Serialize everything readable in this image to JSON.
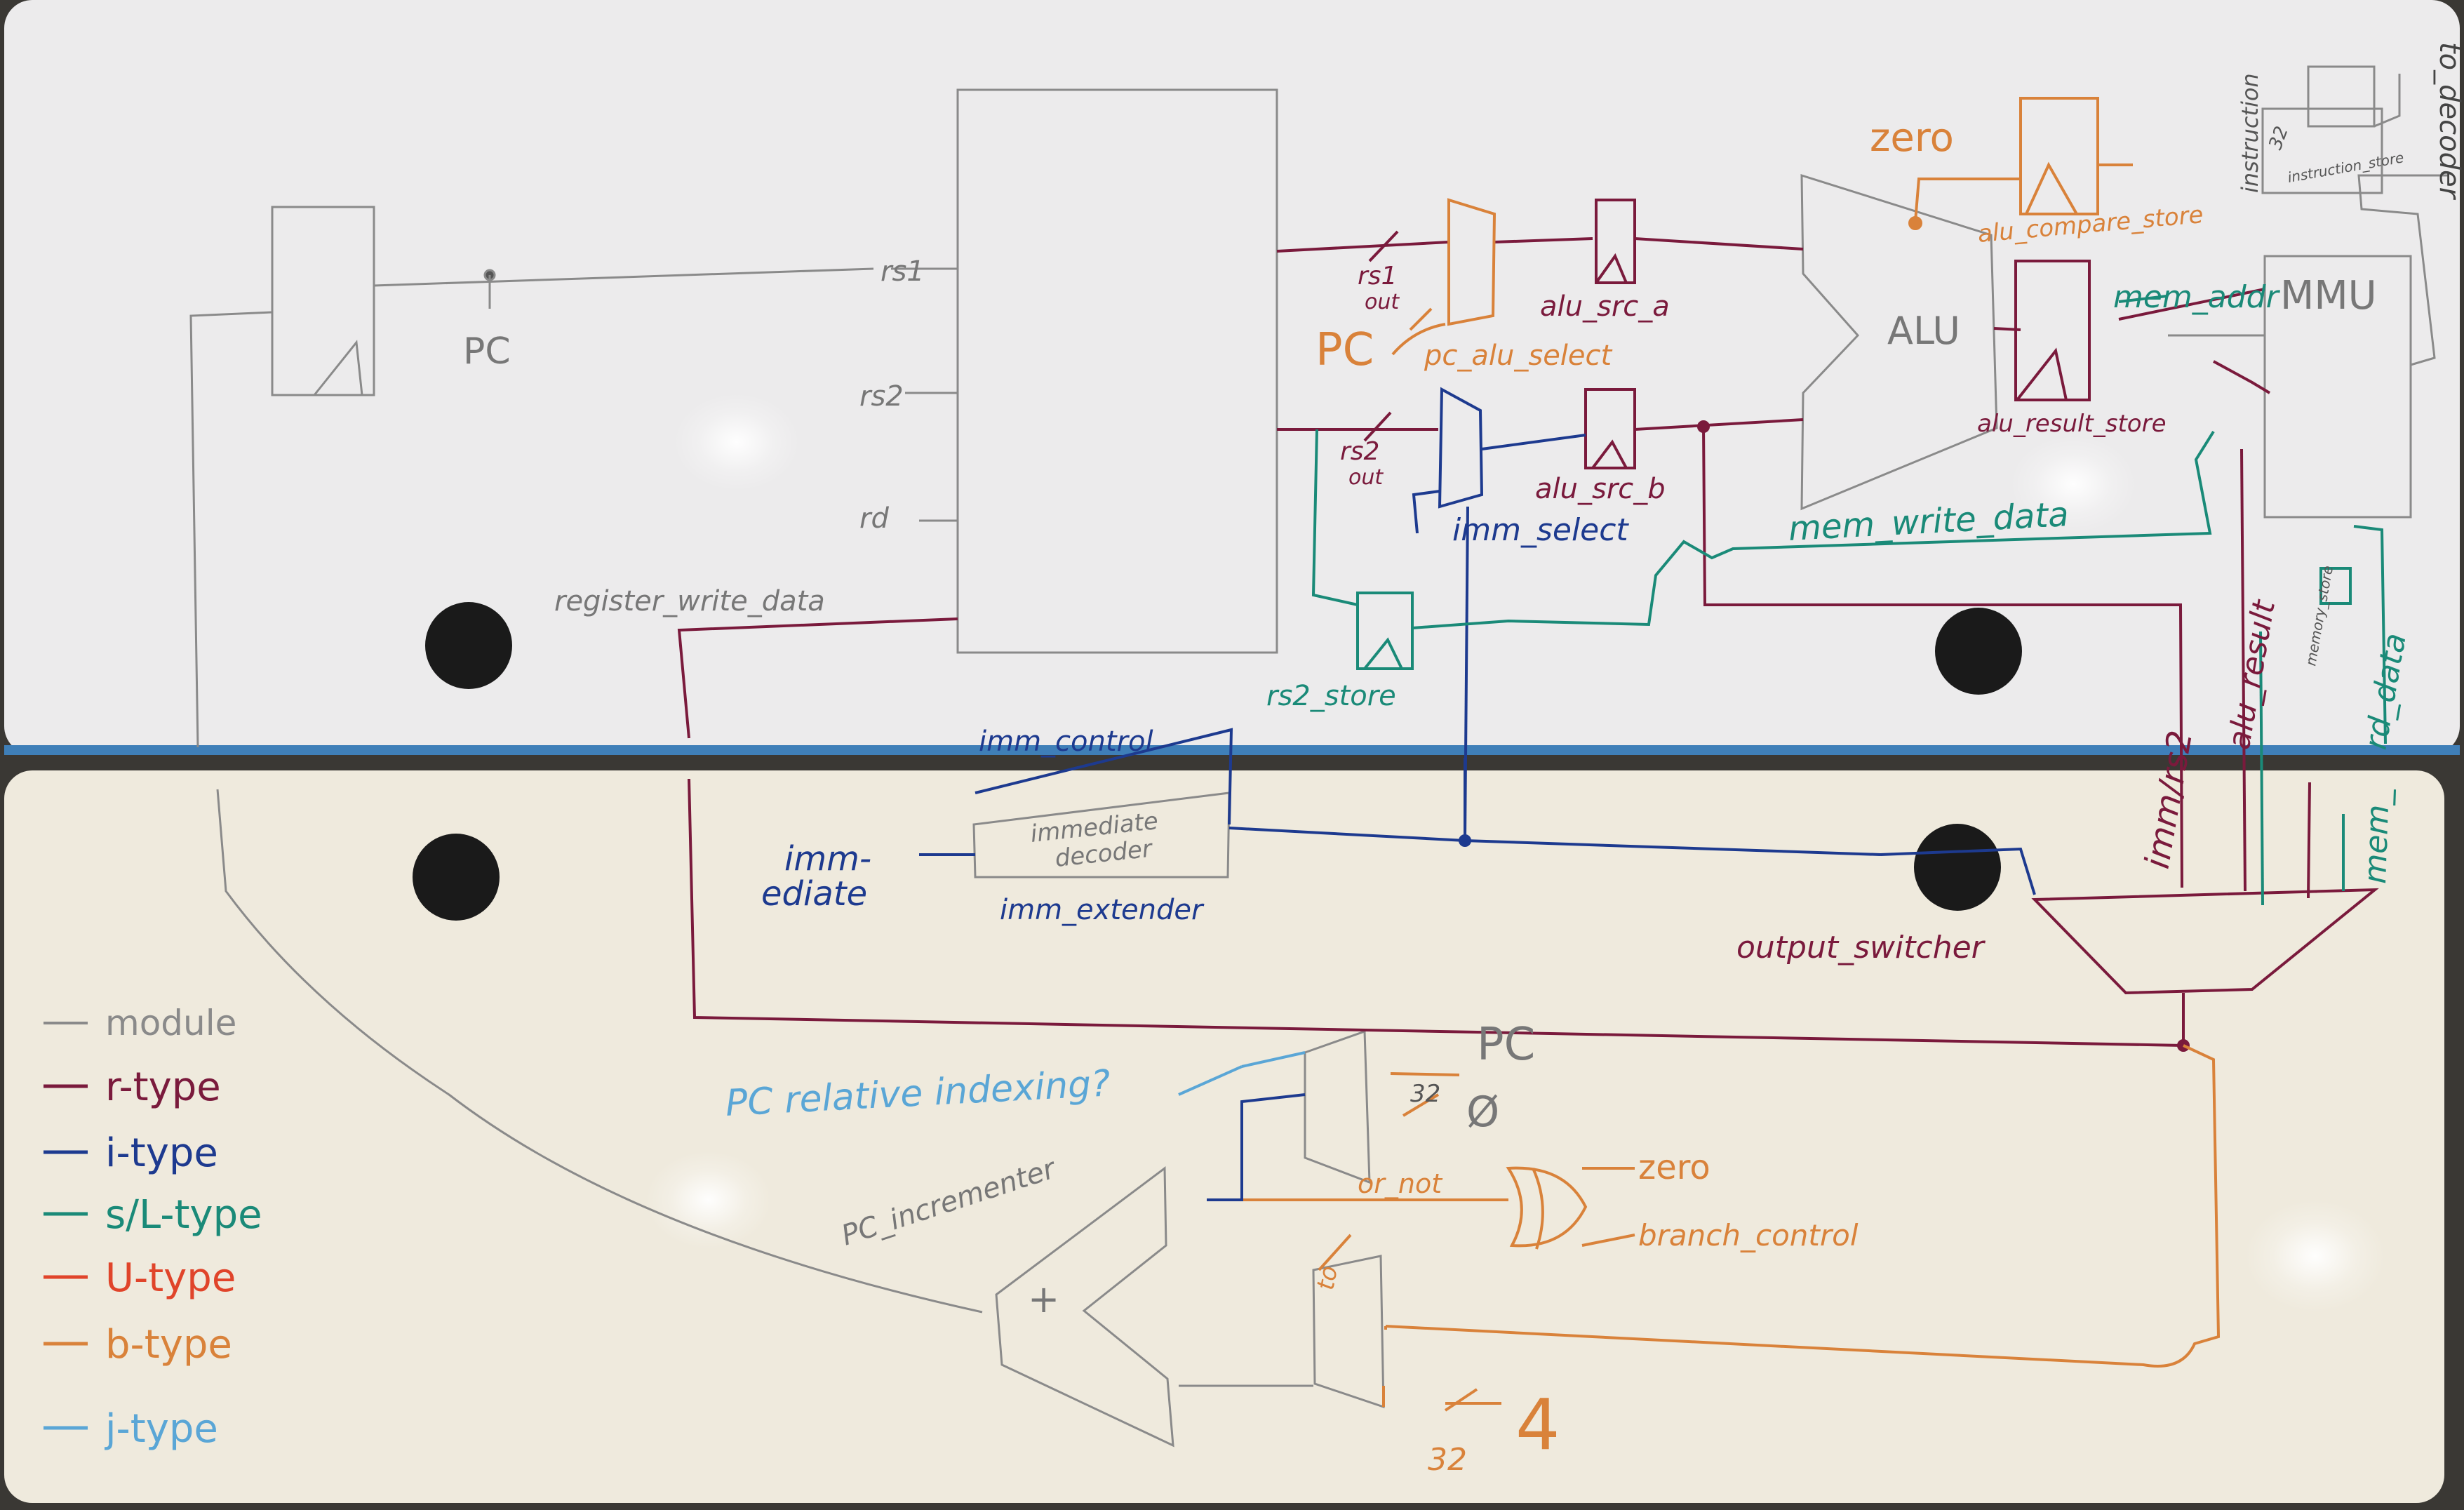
{
  "colors": {
    "module": "#8a8a8a",
    "r_type": "#7a1a3c",
    "i_type": "#1d3a8f",
    "s_l_type": "#1a8a78",
    "u_type": "#e0442a",
    "b_type": "#d9823a",
    "j_type": "#5aa6d6",
    "board_top": "#ecebec",
    "board_bottom": "#efeadd",
    "wall": "#3a3834"
  },
  "register_file": {
    "rs1": "rs1",
    "rs2": "rs2",
    "rd": "rd",
    "write_data": "register_write_data"
  },
  "pc": {
    "label": "PC"
  },
  "muxes": {
    "pc_alu_select": "pc_alu_select",
    "pc_input": "PC",
    "rs1_out": "rs1",
    "rs1_out_sub": "out",
    "imm_select": "imm_select",
    "rs2_out": "rs2",
    "rs2_out_sub": "out"
  },
  "registers": {
    "alu_src_a": "alu_src_a",
    "alu_src_b": "alu_src_b",
    "rs2_store": "rs2_store",
    "alu_result_store": "alu_result_store",
    "alu_compare_store": "alu_compare_store",
    "instruction_store": "instruction_store",
    "memory_store": "memory_store"
  },
  "alu": {
    "label": "ALU",
    "zero": "zero"
  },
  "mmu": {
    "label": "MMU",
    "mem_addr": "mem_addr",
    "mem_write_data": "mem_write_data",
    "rd_data": "rd_data",
    "instruction": "instruction",
    "bus_width": "32",
    "to_decoder": "to_decoder"
  },
  "immediate": {
    "input": "imm-",
    "input_2": "ediate",
    "control": "imm_control",
    "decoder_line1": "immediate",
    "decoder_line2": "decoder",
    "extender": "imm_extender"
  },
  "output_switcher": {
    "label": "output_switcher",
    "input_imm_rs2": "imm/rs2",
    "input_alu_result": "alu_result",
    "input_mem": "mem_"
  },
  "pc_logic": {
    "question": "PC relative indexing?",
    "incrementer": "PC_incrementer",
    "plus": "+",
    "pc_out": "PC",
    "pc_out_sub": "Ø",
    "bus_width_1": "32",
    "bus_width_2": "32",
    "constant_four": "4",
    "to_label": "to",
    "gate_out": "or_not",
    "zero": "zero",
    "branch_control": "branch_control"
  },
  "legend": [
    {
      "label": "module",
      "color_key": "module"
    },
    {
      "label": "r-type",
      "color_key": "r_type"
    },
    {
      "label": "i-type",
      "color_key": "i_type"
    },
    {
      "label": "s/L-type",
      "color_key": "s_l_type"
    },
    {
      "label": "U-type",
      "color_key": "u_type"
    },
    {
      "label": "b-type",
      "color_key": "b_type"
    },
    {
      "label": "j-type",
      "color_key": "j_type"
    }
  ]
}
